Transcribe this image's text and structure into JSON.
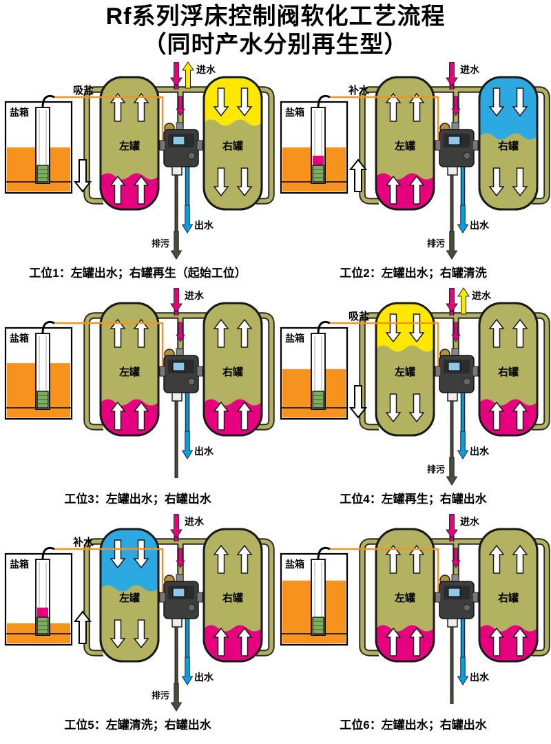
{
  "title": {
    "line1": "Rf系列浮床控制阀软化工艺流程",
    "line2": "（同时产水分别再生型）"
  },
  "labels": {
    "salt_tank": "盐箱",
    "left_tank": "左罐",
    "right_tank": "右罐",
    "inlet": "进水",
    "outlet": "出水",
    "drain": "排污"
  },
  "colors": {
    "olive": "#b2b261",
    "magenta": "#e6007e",
    "yellow": "#ffe800",
    "blue_band": "#2da9e1",
    "orange": "#f6921e",
    "outlet_blue": "#00a0e9",
    "drain_gray": "#4f4a3e",
    "valve_dark": "#3d3d3d",
    "brass": "#b5913c",
    "screen_blue": "#8ec8e8"
  },
  "tank_states": {
    "service": {
      "band_color": "magenta",
      "band_pos": "bottom",
      "arrow_dir": "up"
    },
    "regen": {
      "band_color": "yellow",
      "band_pos": "top",
      "arrow_dir": "down"
    },
    "rinse": {
      "band_color": "blue_band",
      "band_pos": "top",
      "arrow_dir": "down"
    }
  },
  "panels": [
    {
      "station_label": "工位1",
      "caption": "工位1：左罐出水；右罐再生（起始工位）",
      "left_tank_state": "service",
      "right_tank_state": "regen",
      "salt_side_label": "吸盐",
      "salt_level_arrow": "down",
      "salt_level": 0.5,
      "top_return_arrow": true,
      "drain_active": true,
      "tube_tint": false
    },
    {
      "station_label": "工位2",
      "caption": "工位2：左罐出水；右罐清洗",
      "left_tank_state": "service",
      "right_tank_state": "rinse",
      "salt_side_label": "补水",
      "salt_level_arrow": "up",
      "salt_level": 0.5,
      "top_return_arrow": false,
      "drain_active": true,
      "tube_tint": true
    },
    {
      "station_label": "工位3",
      "caption": "工位3：左罐出水；右罐出水",
      "left_tank_state": "service",
      "right_tank_state": "service",
      "salt_side_label": null,
      "salt_level_arrow": null,
      "salt_level": 0.62,
      "top_return_arrow": false,
      "drain_active": false,
      "tube_tint": false
    },
    {
      "station_label": "工位4",
      "caption": "工位4：左罐再生；右罐出水",
      "left_tank_state": "regen",
      "right_tank_state": "service",
      "salt_side_label": "吸盐",
      "salt_level_arrow": "down",
      "salt_level": 0.55,
      "top_return_arrow": true,
      "drain_active": true,
      "tube_tint": false
    },
    {
      "station_label": "工位5",
      "caption": "工位5：左罐清洗；右罐出水",
      "left_tank_state": "rinse",
      "right_tank_state": "service",
      "salt_side_label": "补水",
      "salt_level_arrow": "up",
      "salt_level": 0.22,
      "top_return_arrow": false,
      "drain_active": true,
      "tube_tint": true
    },
    {
      "station_label": "工位6",
      "caption": "工位6：左罐出水；右罐出水",
      "left_tank_state": "service",
      "right_tank_state": "service",
      "salt_side_label": null,
      "salt_level_arrow": null,
      "salt_level": 0.72,
      "top_return_arrow": false,
      "drain_active": false,
      "tube_tint": false
    }
  ]
}
